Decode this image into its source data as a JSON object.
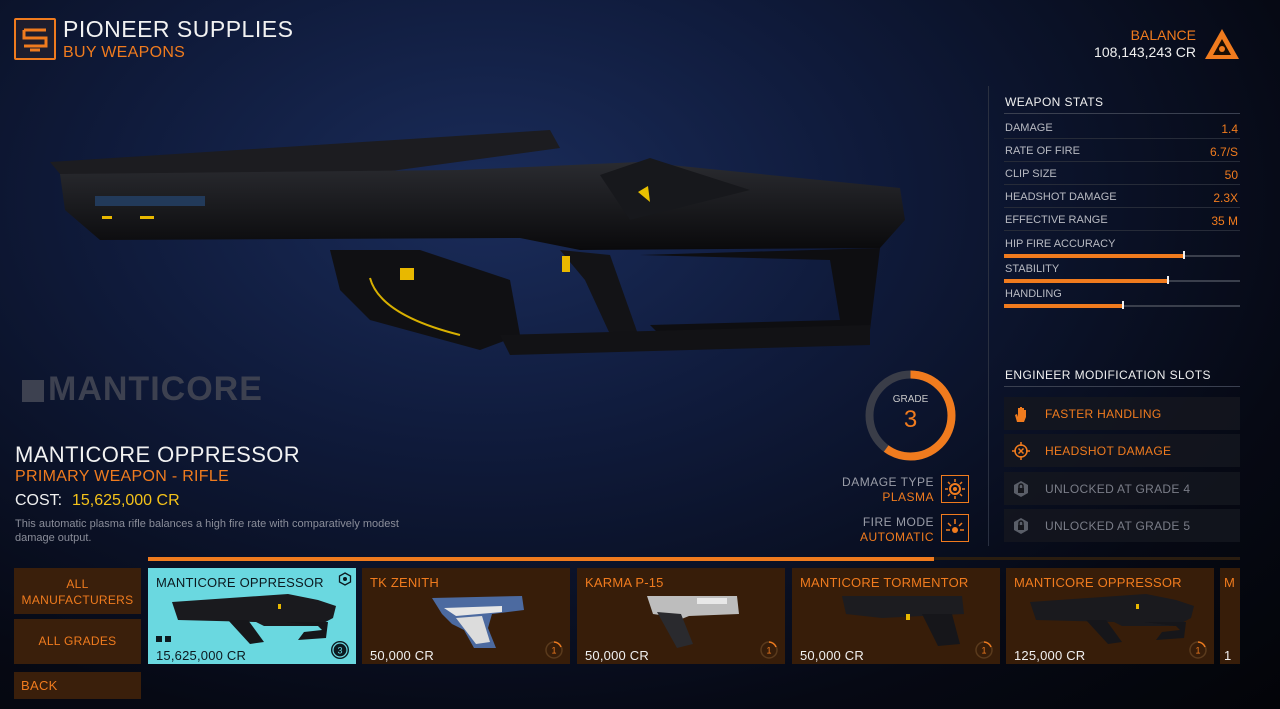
{
  "header": {
    "title": "PIONEER SUPPLIES",
    "subtitle": "BUY WEAPONS",
    "logo_icon": "pioneer-supplies-logo",
    "balance_label": "BALANCE",
    "balance_value": "108,143,243 CR",
    "balance_icon": "faction-triangle-icon"
  },
  "weapon": {
    "brand": "MANTICORE",
    "name": "MANTICORE OPPRESSOR",
    "type": "PRIMARY WEAPON - RIFLE",
    "cost_label": "COST:",
    "cost_value": "15,625,000 CR",
    "description": "This automatic plasma rifle balances a high fire rate with comparatively modest damage output.",
    "grade_label": "GRADE",
    "grade_value": "3",
    "grade_fraction": 0.6,
    "damage_type_label": "DAMAGE TYPE",
    "damage_type": "PLASMA",
    "fire_mode_label": "FIRE MODE",
    "fire_mode": "AUTOMATIC"
  },
  "stats": {
    "title": "WEAPON STATS",
    "rows": [
      {
        "name": "DAMAGE",
        "value": "1.4"
      },
      {
        "name": "RATE OF FIRE",
        "value": "6.7/S"
      },
      {
        "name": "CLIP SIZE",
        "value": "50"
      },
      {
        "name": "HEADSHOT DAMAGE",
        "value": "2.3X"
      },
      {
        "name": "EFFECTIVE RANGE",
        "value": "35 M"
      }
    ],
    "bars": [
      {
        "name": "HIP FIRE ACCURACY",
        "fraction": 0.76
      },
      {
        "name": "STABILITY",
        "fraction": 0.69
      },
      {
        "name": "HANDLING",
        "fraction": 0.5
      }
    ]
  },
  "engineer": {
    "title": "ENGINEER MODIFICATION SLOTS",
    "slots": [
      {
        "label": "FASTER HANDLING",
        "icon": "hand-icon",
        "active": true
      },
      {
        "label": "HEADSHOT DAMAGE",
        "icon": "crosshair-icon",
        "active": true
      },
      {
        "label": "UNLOCKED AT GRADE 4",
        "icon": "locked-hex-icon",
        "active": false
      },
      {
        "label": "UNLOCKED AT GRADE 5",
        "icon": "locked-hex-icon",
        "active": false
      }
    ]
  },
  "filters": {
    "all_manufacturers": "ALL MANUFACTURERS",
    "all_grades": "ALL GRADES",
    "back": "BACK"
  },
  "carousel": {
    "scroll_fraction": 0.72,
    "cards": [
      {
        "title": "MANTICORE OPPRESSOR",
        "price": "15,625,000 CR",
        "grade": "3",
        "selected": true
      },
      {
        "title": "TK ZENITH",
        "price": "50,000 CR",
        "grade": "1",
        "selected": false
      },
      {
        "title": "KARMA P-15",
        "price": "50,000 CR",
        "grade": "1",
        "selected": false
      },
      {
        "title": "MANTICORE TORMENTOR",
        "price": "50,000 CR",
        "grade": "1",
        "selected": false
      },
      {
        "title": "MANTICORE OPPRESSOR",
        "price": "125,000 CR",
        "grade": "1",
        "selected": false
      },
      {
        "title": "M",
        "price": "1",
        "grade": "",
        "selected": false
      }
    ]
  },
  "colors": {
    "accent": "#f07b1e",
    "cost": "#f4c21a",
    "selected_card": "#6ad8e0",
    "card_bg": "#371d09"
  }
}
